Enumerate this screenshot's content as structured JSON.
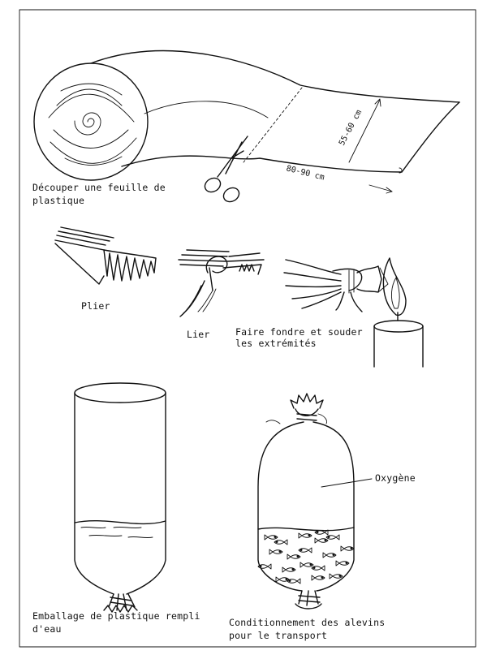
{
  "labels": {
    "cut_line1": "Découper une feuille de",
    "cut_line2": "plastique",
    "length": "80-90 cm",
    "width": "55-60 cm",
    "fold": "Plier",
    "tie": "Lier",
    "melt_line1": "Faire fondre et souder",
    "melt_line2": "les extrémités",
    "oxygen": "Oxygène",
    "bag_water_line1": "Emballage de plastique rempli",
    "bag_water_line2": "d'eau",
    "bag_fry_line1": "Conditionnement des alevins",
    "bag_fry_line2": "pour le transport"
  },
  "icons": [
    "plastic-roll-icon",
    "scissors-icon",
    "folded-plastic-icon",
    "tie-string-icon",
    "candle-icon",
    "water-bag-icon",
    "fry-bag-icon",
    "fish-icon"
  ]
}
